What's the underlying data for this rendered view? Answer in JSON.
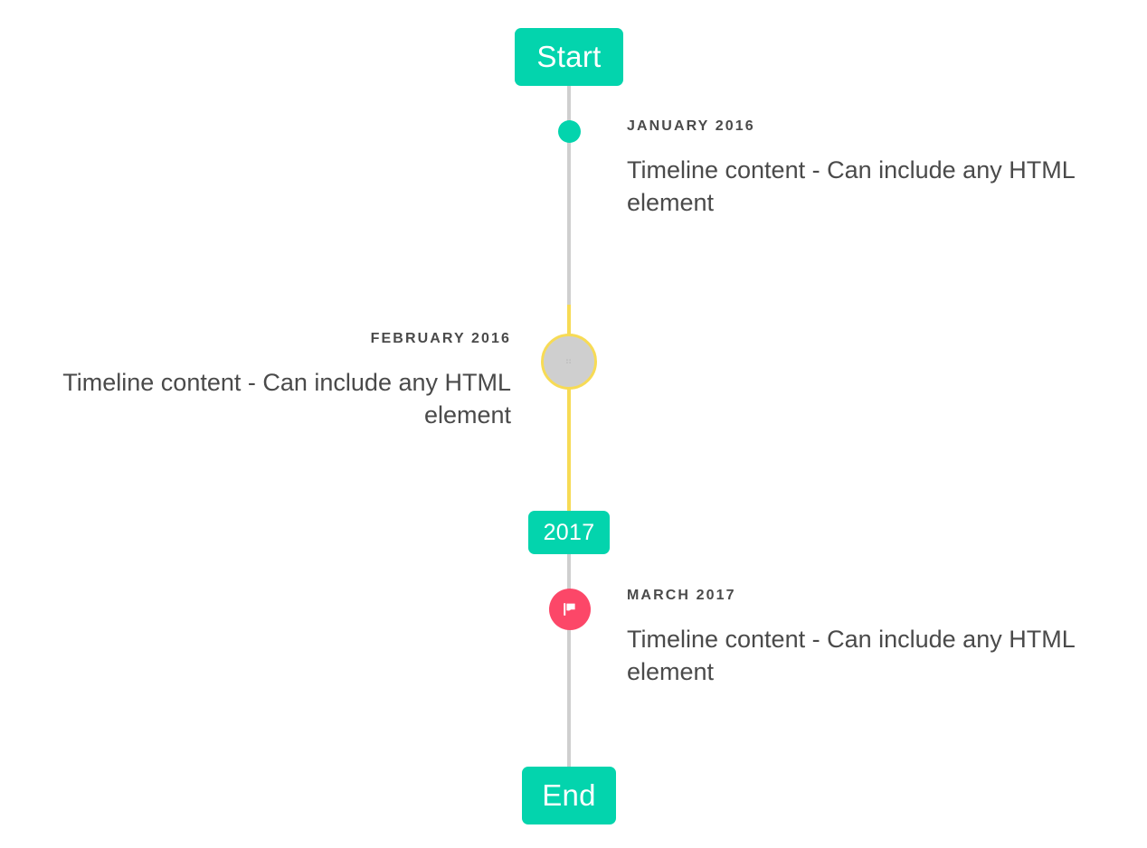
{
  "colors": {
    "accent_teal": "#03d4ad",
    "accent_yellow": "#f7db55",
    "accent_pink": "#fc4768",
    "rail_gray": "#cfcfcf",
    "text_gray": "#4a4a4a",
    "marker_gray": "#cfcfcf"
  },
  "timeline": {
    "start_badge": {
      "label": "Start"
    },
    "mid_badge": {
      "label": "2017"
    },
    "end_badge": {
      "label": "End"
    },
    "entries": [
      {
        "date": "JANUARY 2016",
        "body": "Timeline content - Can include any HTML element",
        "side": "right",
        "marker": "teal-dot"
      },
      {
        "date": "FEBRUARY 2016",
        "body": "Timeline content - Can include any HTML element",
        "side": "left",
        "marker": "gray-ring"
      },
      {
        "date": "MARCH 2017",
        "body": "Timeline content - Can include any HTML element",
        "side": "right",
        "marker": "pink-flag"
      }
    ],
    "ring_glyph": "⠶"
  }
}
